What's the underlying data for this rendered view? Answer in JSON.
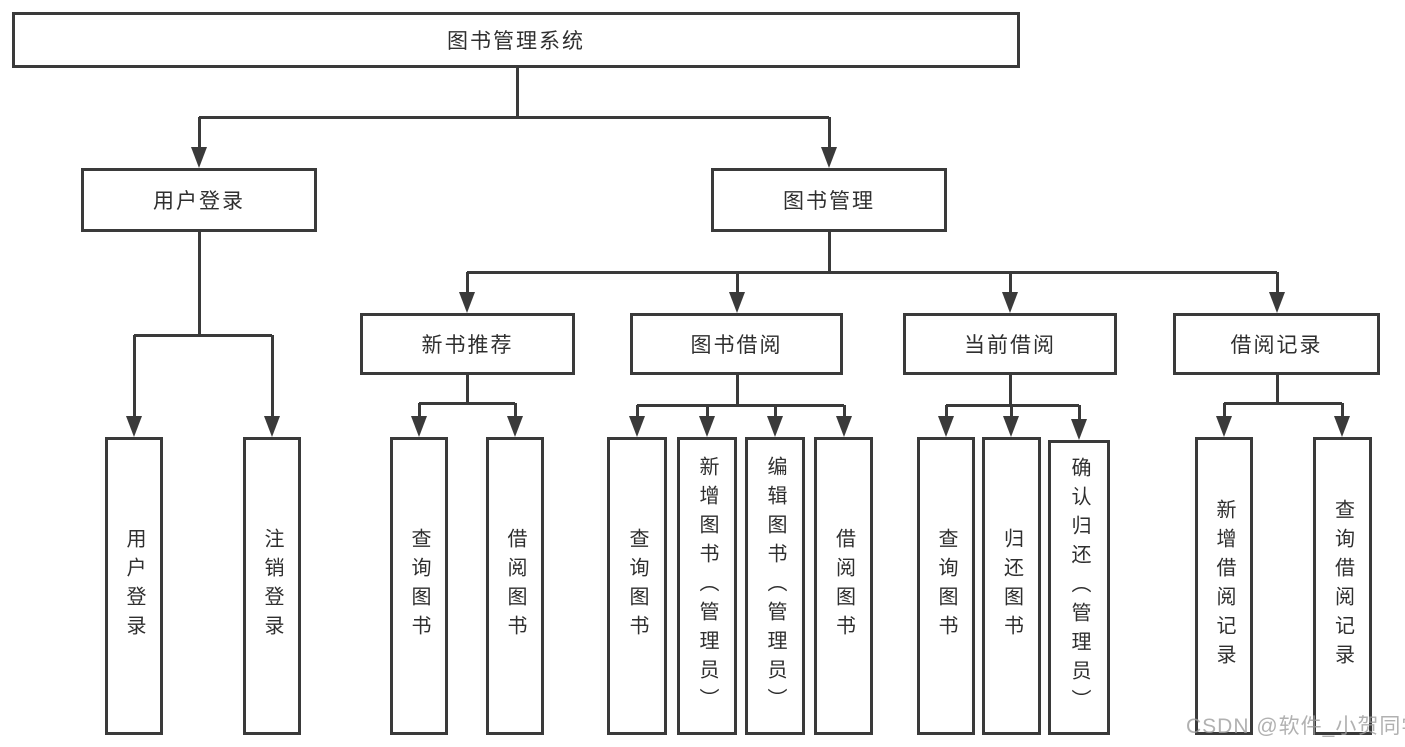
{
  "diagram": {
    "title": "图书管理系统",
    "type": "hierarchy",
    "nodes": [
      {
        "id": "root",
        "label": "图书管理系统",
        "parent": null
      },
      {
        "id": "user-login",
        "label": "用户登录",
        "parent": "root"
      },
      {
        "id": "book-mgmt",
        "label": "图书管理",
        "parent": "root"
      },
      {
        "id": "leaf-login",
        "label": "用户登录",
        "parent": "user-login"
      },
      {
        "id": "leaf-logout",
        "label": "注销登录",
        "parent": "user-login"
      },
      {
        "id": "new-book",
        "label": "新书推荐",
        "parent": "book-mgmt"
      },
      {
        "id": "book-borrow",
        "label": "图书借阅",
        "parent": "book-mgmt"
      },
      {
        "id": "current-borrow",
        "label": "当前借阅",
        "parent": "book-mgmt"
      },
      {
        "id": "borrow-record",
        "label": "借阅记录",
        "parent": "book-mgmt"
      },
      {
        "id": "nb-query",
        "label": "查询图书",
        "parent": "new-book"
      },
      {
        "id": "nb-borrow",
        "label": "借阅图书",
        "parent": "new-book"
      },
      {
        "id": "bb-query",
        "label": "查询图书",
        "parent": "book-borrow"
      },
      {
        "id": "bb-add",
        "label": "新增图书（管理员）",
        "parent": "book-borrow"
      },
      {
        "id": "bb-edit",
        "label": "编辑图书（管理员）",
        "parent": "book-borrow"
      },
      {
        "id": "bb-borrow",
        "label": "借阅图书",
        "parent": "book-borrow"
      },
      {
        "id": "cb-query",
        "label": "查询图书",
        "parent": "current-borrow"
      },
      {
        "id": "cb-return",
        "label": "归还图书",
        "parent": "current-borrow"
      },
      {
        "id": "cb-confirm",
        "label": "确认归还（管理员）",
        "parent": "current-borrow"
      },
      {
        "id": "br-add",
        "label": "新增借阅记录",
        "parent": "borrow-record"
      },
      {
        "id": "br-query",
        "label": "查询借阅记录",
        "parent": "borrow-record"
      }
    ]
  },
  "watermark": "CSDN @软件_小贺同学",
  "colors": {
    "line": "#3a3a3a",
    "text": "#2f2f2f",
    "background": "#ffffff",
    "watermark": "#9e9e9e"
  }
}
